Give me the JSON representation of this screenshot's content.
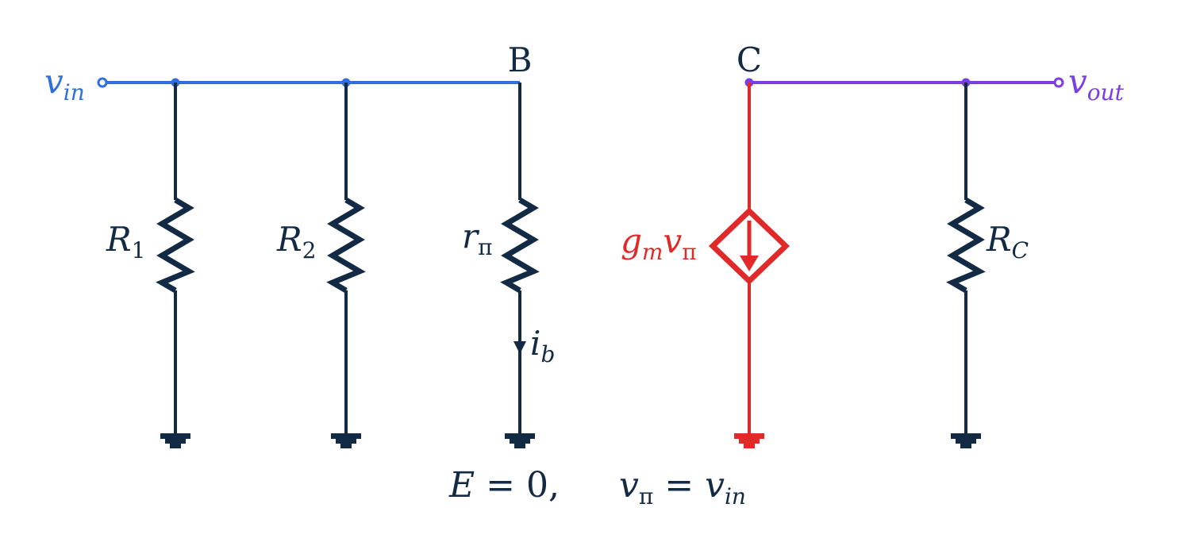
{
  "colors": {
    "input": "#2f6fe0",
    "output": "#7a3fe4",
    "source": "#e02a2a",
    "wire": "#132a44",
    "background": "#ffffff"
  },
  "nodes": {
    "input_terminal": {
      "main": "v",
      "sub": "in"
    },
    "base": "B",
    "collector": "C",
    "output_terminal": {
      "main": "v",
      "sub": "out"
    }
  },
  "components": {
    "r1": {
      "main": "R",
      "sub": "1"
    },
    "r2": {
      "main": "R",
      "sub": "2"
    },
    "rpi": {
      "main": "r",
      "sub": "π"
    },
    "source": {
      "a": "g",
      "a_sub": "m",
      "b": "v",
      "b_sub": "π"
    },
    "rc": {
      "main": "R",
      "sub": "C"
    }
  },
  "currents": {
    "ib": {
      "main": "i",
      "sub": "b"
    }
  },
  "equation": {
    "left_var": "E",
    "left_eq": " = 0,",
    "right_var": "v",
    "right_var_sub": "π",
    "right_eq": " = ",
    "right_val": "v",
    "right_val_sub": "in"
  },
  "icons": [
    "ground-icon",
    "resistor-icon",
    "dependent-current-source-icon",
    "current-arrow-icon",
    "terminal-node-icon"
  ]
}
